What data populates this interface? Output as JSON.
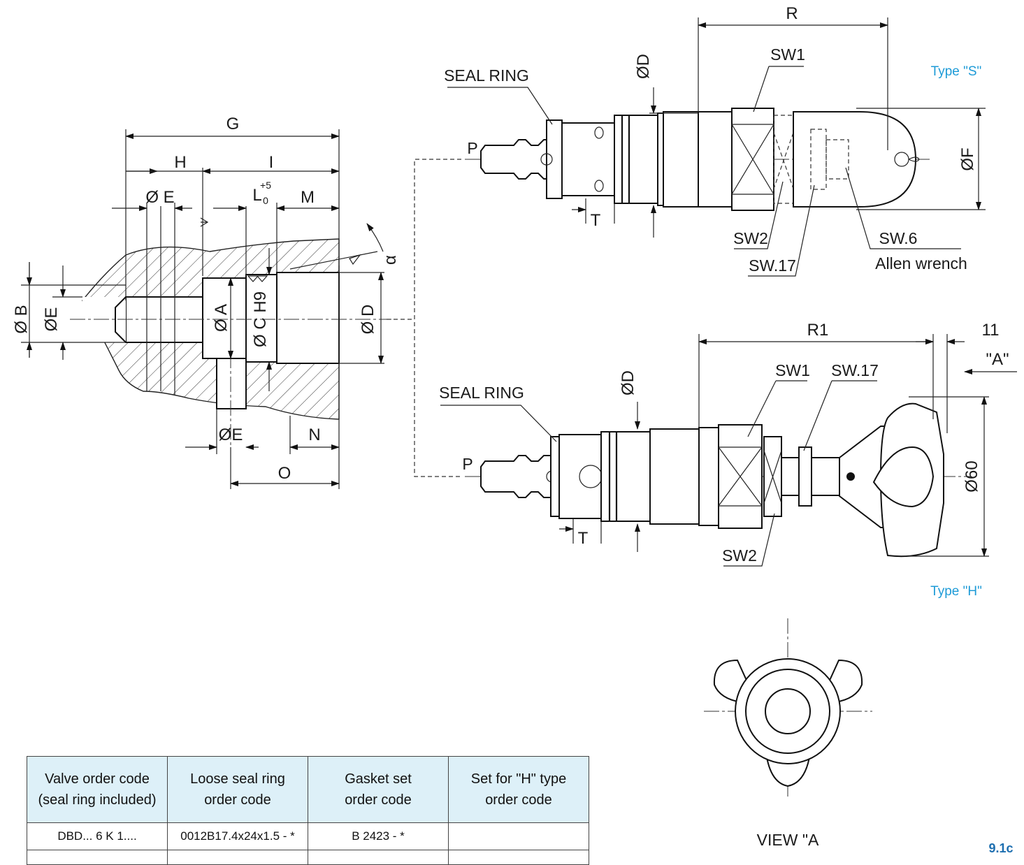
{
  "section": {
    "dims": {
      "G": "G",
      "H": "H",
      "I": "I",
      "E_top": "Ø E",
      "L": "L",
      "L_up": "+5",
      "L_lo": "0",
      "M": "M",
      "B": "Ø B",
      "E_left": "ØE",
      "A": "Ø A",
      "C": "Ø C H9",
      "D": "Ø D",
      "alpha": "α",
      "E_bot": "ØE",
      "N": "N",
      "O": "O"
    }
  },
  "type_s": {
    "type_label": "Type \"S\"",
    "seal_ring": "SEAL RING",
    "port": "P",
    "R": "R",
    "D": "ØD",
    "F": "ØF",
    "T": "T",
    "SW1": "SW1",
    "SW2": "SW2",
    "SW17": "SW.17",
    "SW6": "SW.6",
    "allen": "Allen wrench"
  },
  "type_h": {
    "type_label": "Type \"H\"",
    "seal_ring": "SEAL RING",
    "port": "P",
    "R1": "R1",
    "eleven": "11",
    "view_ref": "\"A\"",
    "D": "ØD",
    "d60": "Ø60",
    "T": "T",
    "SW1": "SW1",
    "SW17": "SW.17",
    "SW2": "SW2"
  },
  "view_a": {
    "label": "VIEW \"A"
  },
  "table": {
    "headers": [
      [
        "Valve order code",
        "(seal ring included)"
      ],
      [
        "Loose seal ring",
        "order code"
      ],
      [
        "Gasket set",
        "order code"
      ],
      [
        "Set for \"H\" type",
        "order code"
      ]
    ],
    "rows": [
      [
        "DBD... 6 K 1....",
        "0012B17.4x24x1.5 - *",
        "B 2423 - *",
        ""
      ]
    ]
  },
  "page_number": "9.1c",
  "colors": {
    "accent": "#1e9bd7",
    "header_bg": "#ddf0f8",
    "page_no": "#1e6fb0"
  }
}
